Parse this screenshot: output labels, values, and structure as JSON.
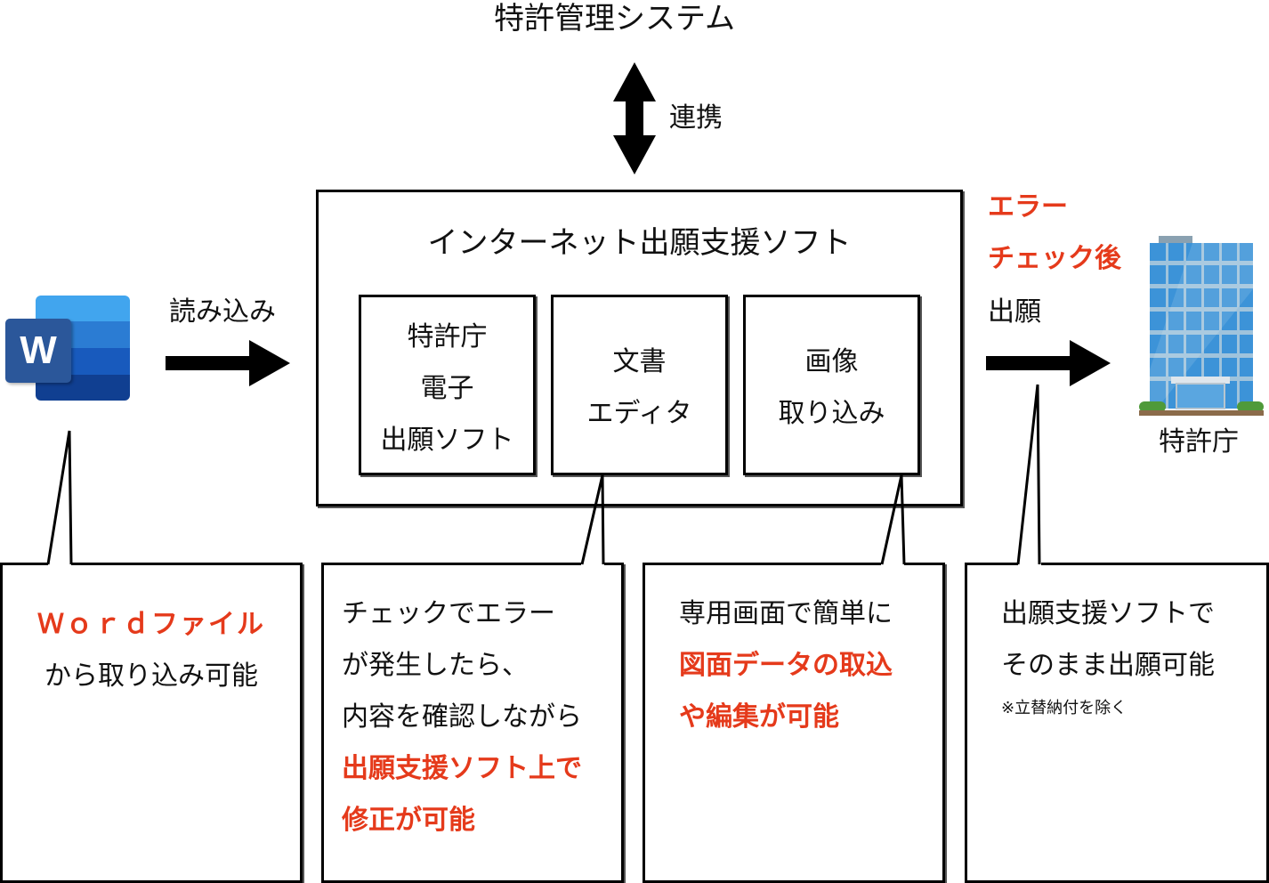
{
  "top_system": {
    "label": "特許管理システム"
  },
  "link": {
    "label": "連携"
  },
  "import_arrow": {
    "label": "読み込み"
  },
  "word_icon": {
    "letter": "W",
    "colors": {
      "front": "#2b579a",
      "back": [
        "#41a5ee",
        "#2b7cd3",
        "#185abd",
        "#103f91"
      ]
    }
  },
  "main_box": {
    "title": "インターネット出願支援ソフト",
    "modules": [
      {
        "lines": [
          "特許庁",
          "電子",
          "出願ソフト"
        ]
      },
      {
        "lines": [
          "文書",
          "エディタ"
        ]
      },
      {
        "lines": [
          "画像",
          "取り込み"
        ]
      }
    ]
  },
  "filing": {
    "emphasis_lines": [
      "エラー",
      "チェック後"
    ],
    "label": "出願"
  },
  "jpo": {
    "label": "特許庁"
  },
  "callouts": [
    {
      "lines": [
        {
          "text": "Ｗｏｒｄファイル",
          "emphasis": true
        },
        {
          "text": "から取り込み可能",
          "emphasis": false
        }
      ]
    },
    {
      "lines": [
        {
          "text": "チェックでエラー",
          "emphasis": false
        },
        {
          "text": "が発生したら、",
          "emphasis": false
        },
        {
          "text": "内容を確認しながら",
          "emphasis": false
        },
        {
          "text": "出願支援ソフト上で",
          "emphasis": true
        },
        {
          "text": "修正が可能",
          "emphasis": true
        }
      ]
    },
    {
      "lines": [
        {
          "text": "専用画面で簡単に",
          "emphasis": false
        },
        {
          "text": "図面データの取込",
          "emphasis": true
        },
        {
          "text": "や編集が可能",
          "emphasis": true
        }
      ]
    },
    {
      "lines": [
        {
          "text": "出願支援ソフトで",
          "emphasis": false
        },
        {
          "text": "そのまま出願可能",
          "emphasis": false
        }
      ],
      "note": "※立替納付を除く"
    }
  ],
  "colors": {
    "emphasis": "#e53a1b",
    "line": "#000000",
    "building": "#2f8fd8"
  }
}
